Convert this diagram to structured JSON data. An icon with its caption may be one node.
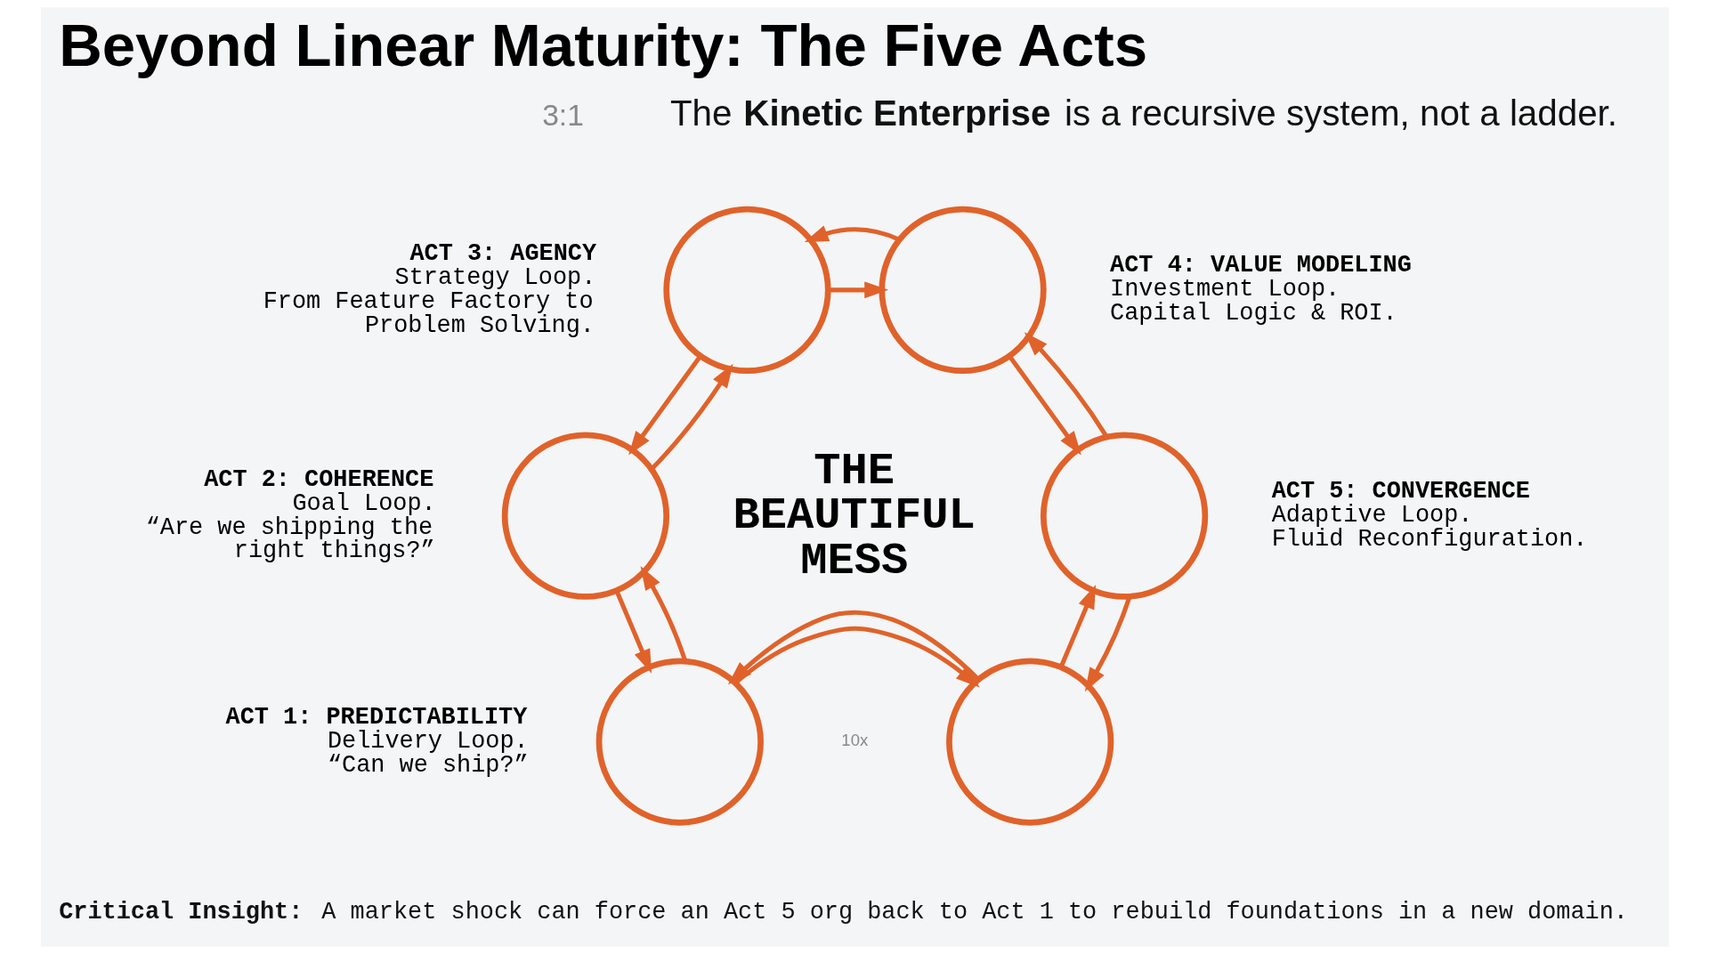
{
  "diagram": {
    "title": "Beyond Linear Maturity: The Five Acts",
    "nodes": [
      {
        "text": [],
        "shape": "circle",
        "beside": [
          "ACT 3: AGENCY",
          "Strategy Loop.",
          "From Feature Factory to Problem Solving."
        ]
      },
      {
        "text": [],
        "shape": "circle",
        "beside": [
          "ACT 4: VALUE MODELING",
          "Investment Loop.",
          "Capital Logic & ROI."
        ]
      },
      {
        "text": [],
        "shape": "circle",
        "beside": [
          "ACT 2: COHERENCE",
          "Goal Loop.",
          "“Are we shipping the right things?”"
        ]
      },
      {
        "text": [
          "THE BEAUTIFUL MESS"
        ]
      },
      {
        "text": [],
        "shape": "circle",
        "beside": [
          "ACT 5: CONVERGENCE",
          "Adaptive Loop.",
          "Fluid Reconfiguration."
        ]
      },
      {
        "text": [],
        "shape": "circle",
        "beside": [
          "ACT 1: PREDICTABILITY",
          "Delivery Loop.",
          "“Can we ship?”"
        ]
      },
      {
        "text": [],
        "shape": "circle"
      }
    ],
    "edges": [
      {
        "from": 0,
        "to": 1,
        "arrow": "to"
      },
      {
        "from": 1,
        "to": 0,
        "arrow": "to"
      },
      {
        "from": 0,
        "to": 2,
        "arrow": "to"
      },
      {
        "from": 2,
        "to": 0,
        "arrow": "to"
      },
      {
        "from": 2,
        "to": 5,
        "arrow": "to"
      },
      {
        "from": 5,
        "to": 2,
        "arrow": "to"
      },
      {
        "from": 5,
        "to": 6,
        "arrow": "to"
      },
      {
        "from": 6,
        "to": 5,
        "arrow": "to"
      },
      {
        "from": 6,
        "to": 4,
        "arrow": "to"
      },
      {
        "from": 4,
        "to": 6,
        "arrow": "to"
      },
      {
        "from": 1,
        "to": 4,
        "arrow": "to"
      },
      {
        "from": 4,
        "to": 1,
        "arrow": "to"
      }
    ],
    "labels": [
      "3:1",
      "The **Kinetic Enterprise** is a recursive system, not a ladder.",
      "10x",
      "**Critical Insight:** A market shock can force an Act 5 org back to Act 1 to rebuild foundations in a new domain."
    ]
  }
}
